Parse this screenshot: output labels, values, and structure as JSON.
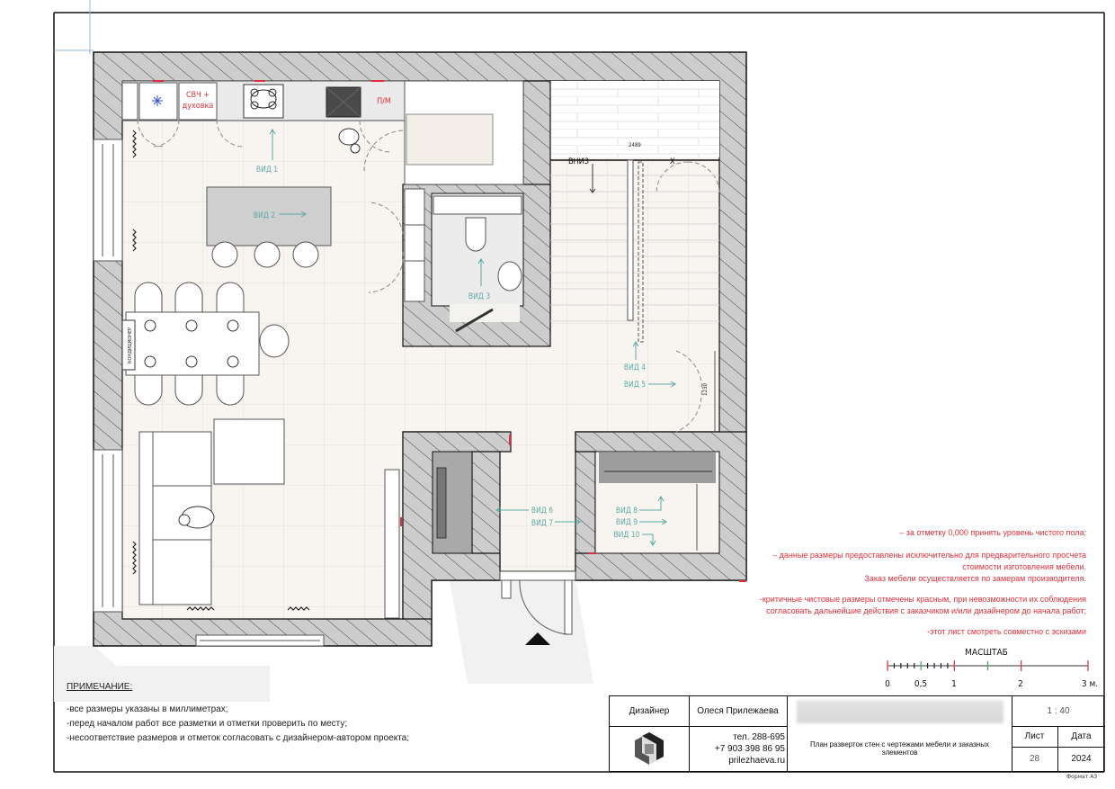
{
  "plan": {
    "labels": {
      "microwave_oven": [
        "СВЧ +",
        "духовка"
      ],
      "dishwasher": "П/М",
      "air_conditioner": "КОНДИЦИОНЕР",
      "down": "ВНИЗ",
      "up_partial": "Х",
      "dim_2489": "2489",
      "dim_1230": "1230"
    },
    "views": [
      "ВИД 1",
      "ВИД 2",
      "ВИД 3",
      "ВИД 4",
      "ВИД 5",
      "ВИД 6",
      "ВИД 7",
      "ВИД 8",
      "ВИД 9",
      "ВИД 10"
    ],
    "colors": {
      "view_marker": "#5aa9a5",
      "critical": "#e0303a",
      "wall_fill": "#cdcdcd",
      "floor": "#f7f4ef"
    }
  },
  "notes_right": [
    "– за отметку 0,000 принять уровень чистого пола;",
    "– данные размеры предоставлены исключительно для предварительного просчета",
    "стоимости изготовления мебели.",
    "Заказ мебели осуществляется по замерам производителя.",
    "-критичные чистовые размеры отмечены красным, при невозможности их соблюдения",
    "согласовать дальнейшие действия с заказчиком и/или дизайнером до начала работ;",
    "-этот лист смотреть совместно с эскизами"
  ],
  "scale_bar": {
    "title": "МАСШТАБ",
    "tick_labels": [
      "0",
      "0,5",
      "1",
      "2",
      "3 м."
    ],
    "max_m": 3
  },
  "notes_left": {
    "heading": "ПРИМЕЧАНИЕ:",
    "lines": [
      "-все размеры указаны в миллиметрах;",
      "-перед началом работ все разметки и отметки проверить по месту;",
      "-несоответствие размеров и отметок согласовать с дизайнером-автором проекта;"
    ]
  },
  "title_block": {
    "role": "Дизайнер",
    "designer": "Олеся Прилежаева",
    "phone1": "тел. 288-695",
    "phone2": "+7 903 398 86 95",
    "website": "prilezhaeva.ru",
    "sheet_title": "План разверток стен с чертежами мебели и заказных элементов",
    "scale": "1 : 40",
    "sheet_label": "Лист",
    "sheet_number": "28",
    "date_label": "Дата",
    "date": "2024",
    "format": "Формат А3"
  }
}
